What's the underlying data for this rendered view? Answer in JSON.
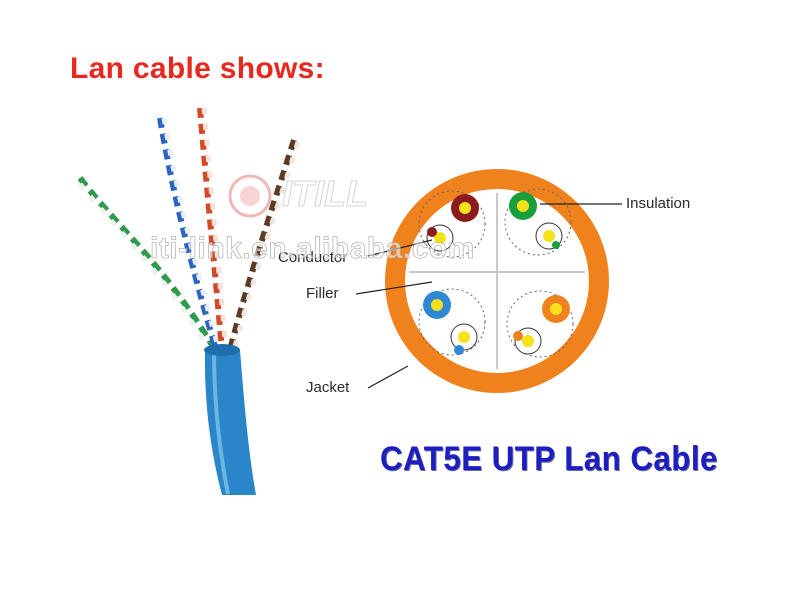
{
  "heading": {
    "text": "Lan cable shows:",
    "color": "#e8281e"
  },
  "caption": {
    "text": "CAT5E UTP Lan Cable",
    "color": "#1d1ec0"
  },
  "labels": {
    "insulation": "Insulation",
    "conductor": "Conductor",
    "filler": "Filler",
    "jacket": "Jacket"
  },
  "watermark": {
    "text": "iti-link.en.alibaba.com",
    "logo": "ITILL"
  },
  "colors": {
    "jacket": "#f0821e",
    "cable_sheath": "#2b86c9",
    "pair_solid": [
      "#8b1c1c",
      "#1a9e3c",
      "#2f88d4",
      "#f0821e"
    ],
    "conductor": "#f5e11a"
  }
}
